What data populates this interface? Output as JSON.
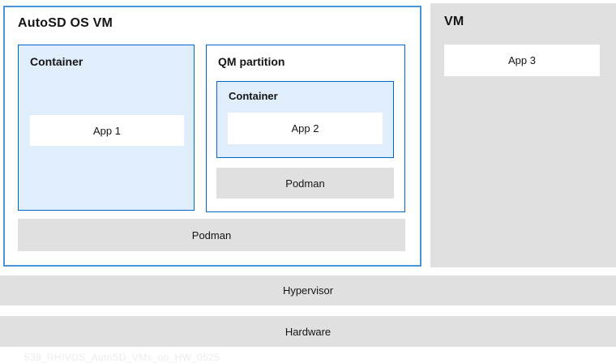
{
  "diagram": {
    "autosd_vm": {
      "title": "AutoSD OS VM",
      "container1": {
        "title": "Container",
        "app": "App 1"
      },
      "qm_partition": {
        "title": "QM partition",
        "container": {
          "title": "Container",
          "app": "App 2"
        },
        "podman_label": "Podman"
      },
      "podman_label": "Podman"
    },
    "vm": {
      "title": "VM",
      "app": "App 3"
    },
    "hypervisor_label": "Hypervisor",
    "hardware_label": "Hardware",
    "watermark": "539_RHIVOS_AutoSD_VMs_on_HW_0525",
    "colors": {
      "border_outer": "#4B94DC",
      "border_inner": "#0066CC",
      "fill_light_blue": "#E0EEFB",
      "fill_gray": "#E0E0E0",
      "text": "#151515",
      "watermark": "#ECECEC"
    }
  }
}
